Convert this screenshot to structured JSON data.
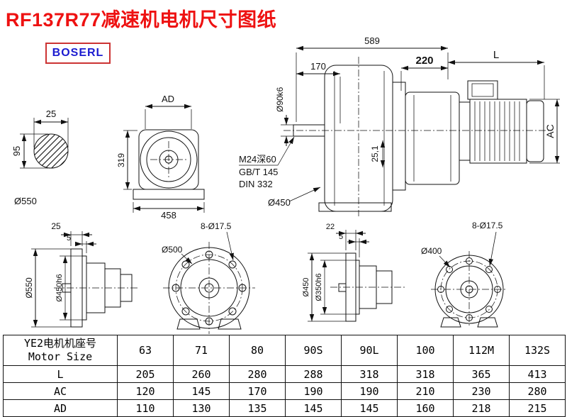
{
  "page": {
    "title": "RF137R77减速机电机尺寸图纸",
    "brand": "BOSERL",
    "colors": {
      "title": "#ee1111",
      "brand_text": "#1b1bd0",
      "brand_border": "#cc3333",
      "line": "#111111"
    }
  },
  "views": {
    "shaft_section": {
      "key_width": "25",
      "key_height": "95",
      "diameter": "Ø550"
    },
    "gearbox_front": {
      "width_top": "AD",
      "height_side": "319",
      "width_bottom": "458"
    },
    "main": {
      "overall_length": "589",
      "shaft_length": "170",
      "shaft_diameter": "Ø90k6",
      "tap_hole": "M24深60",
      "tap_standard_1": "GB/T 145",
      "tap_standard_2": "DIN 332",
      "flange_diameter": "Ø450",
      "keyway": "25,1",
      "adapter_length": "220",
      "motor_length": "L",
      "motor_height": "AC"
    },
    "flange_big_side": {
      "thickness": "25",
      "spigot_depth": "5",
      "outer_diameter": "Ø550",
      "spigot_diameter": "Ø450h6"
    },
    "flange_big_front": {
      "bolt_holes": "8-Ø17.5",
      "bolt_circle": "Ø500"
    },
    "flange_small_side": {
      "thickness": "22",
      "spigot_depth": "5",
      "outer_diameter": "Ø450",
      "spigot_diameter": "Ø350h6"
    },
    "flange_small_front": {
      "bolt_holes": "8-Ø17.5",
      "bolt_circle": "Ø400"
    }
  },
  "table": {
    "header_cn": "YE2电机机座号",
    "header_en": "Motor Size",
    "sizes": [
      "63",
      "71",
      "80",
      "90S",
      "90L",
      "100",
      "112M",
      "132S"
    ],
    "rows": [
      {
        "label": "L",
        "values": [
          "205",
          "260",
          "280",
          "288",
          "318",
          "318",
          "365",
          "413"
        ]
      },
      {
        "label": "AC",
        "values": [
          "120",
          "145",
          "170",
          "190",
          "190",
          "210",
          "230",
          "280"
        ]
      },
      {
        "label": "AD",
        "values": [
          "110",
          "130",
          "135",
          "145",
          "145",
          "160",
          "218",
          "215"
        ]
      }
    ]
  }
}
